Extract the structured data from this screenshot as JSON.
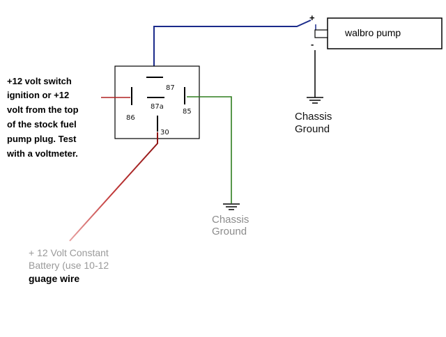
{
  "pump": {
    "label": "walbro pump",
    "plus": "+",
    "minus": "-"
  },
  "relay": {
    "pin_87": "87",
    "pin_87a": "87a",
    "pin_86": "86",
    "pin_85": "85",
    "pin_30": "30"
  },
  "switch_note": {
    "lines": [
      "+12 volt switch",
      "ignition or +12",
      "volt from the top",
      "of the stock fuel",
      "pump plug.  Test",
      "with a voltmeter."
    ]
  },
  "battery_note": {
    "lines": [
      "+ 12 Volt Constant",
      "Battery (use 10-12",
      "guage wire"
    ]
  },
  "ground_pump": {
    "line1": "Chassis",
    "line2": "Ground"
  },
  "ground_relay": {
    "line1": "Chassis",
    "line2": "Ground"
  },
  "colors": {
    "pump_wire": "#1a2a8a",
    "ground_wire_85": "#2e7d1e",
    "wire_86": "#b02020",
    "wire_30": "#c02020",
    "battery_text": "#9a9a9a",
    "relay_ground_text": "#8c8c8c"
  }
}
